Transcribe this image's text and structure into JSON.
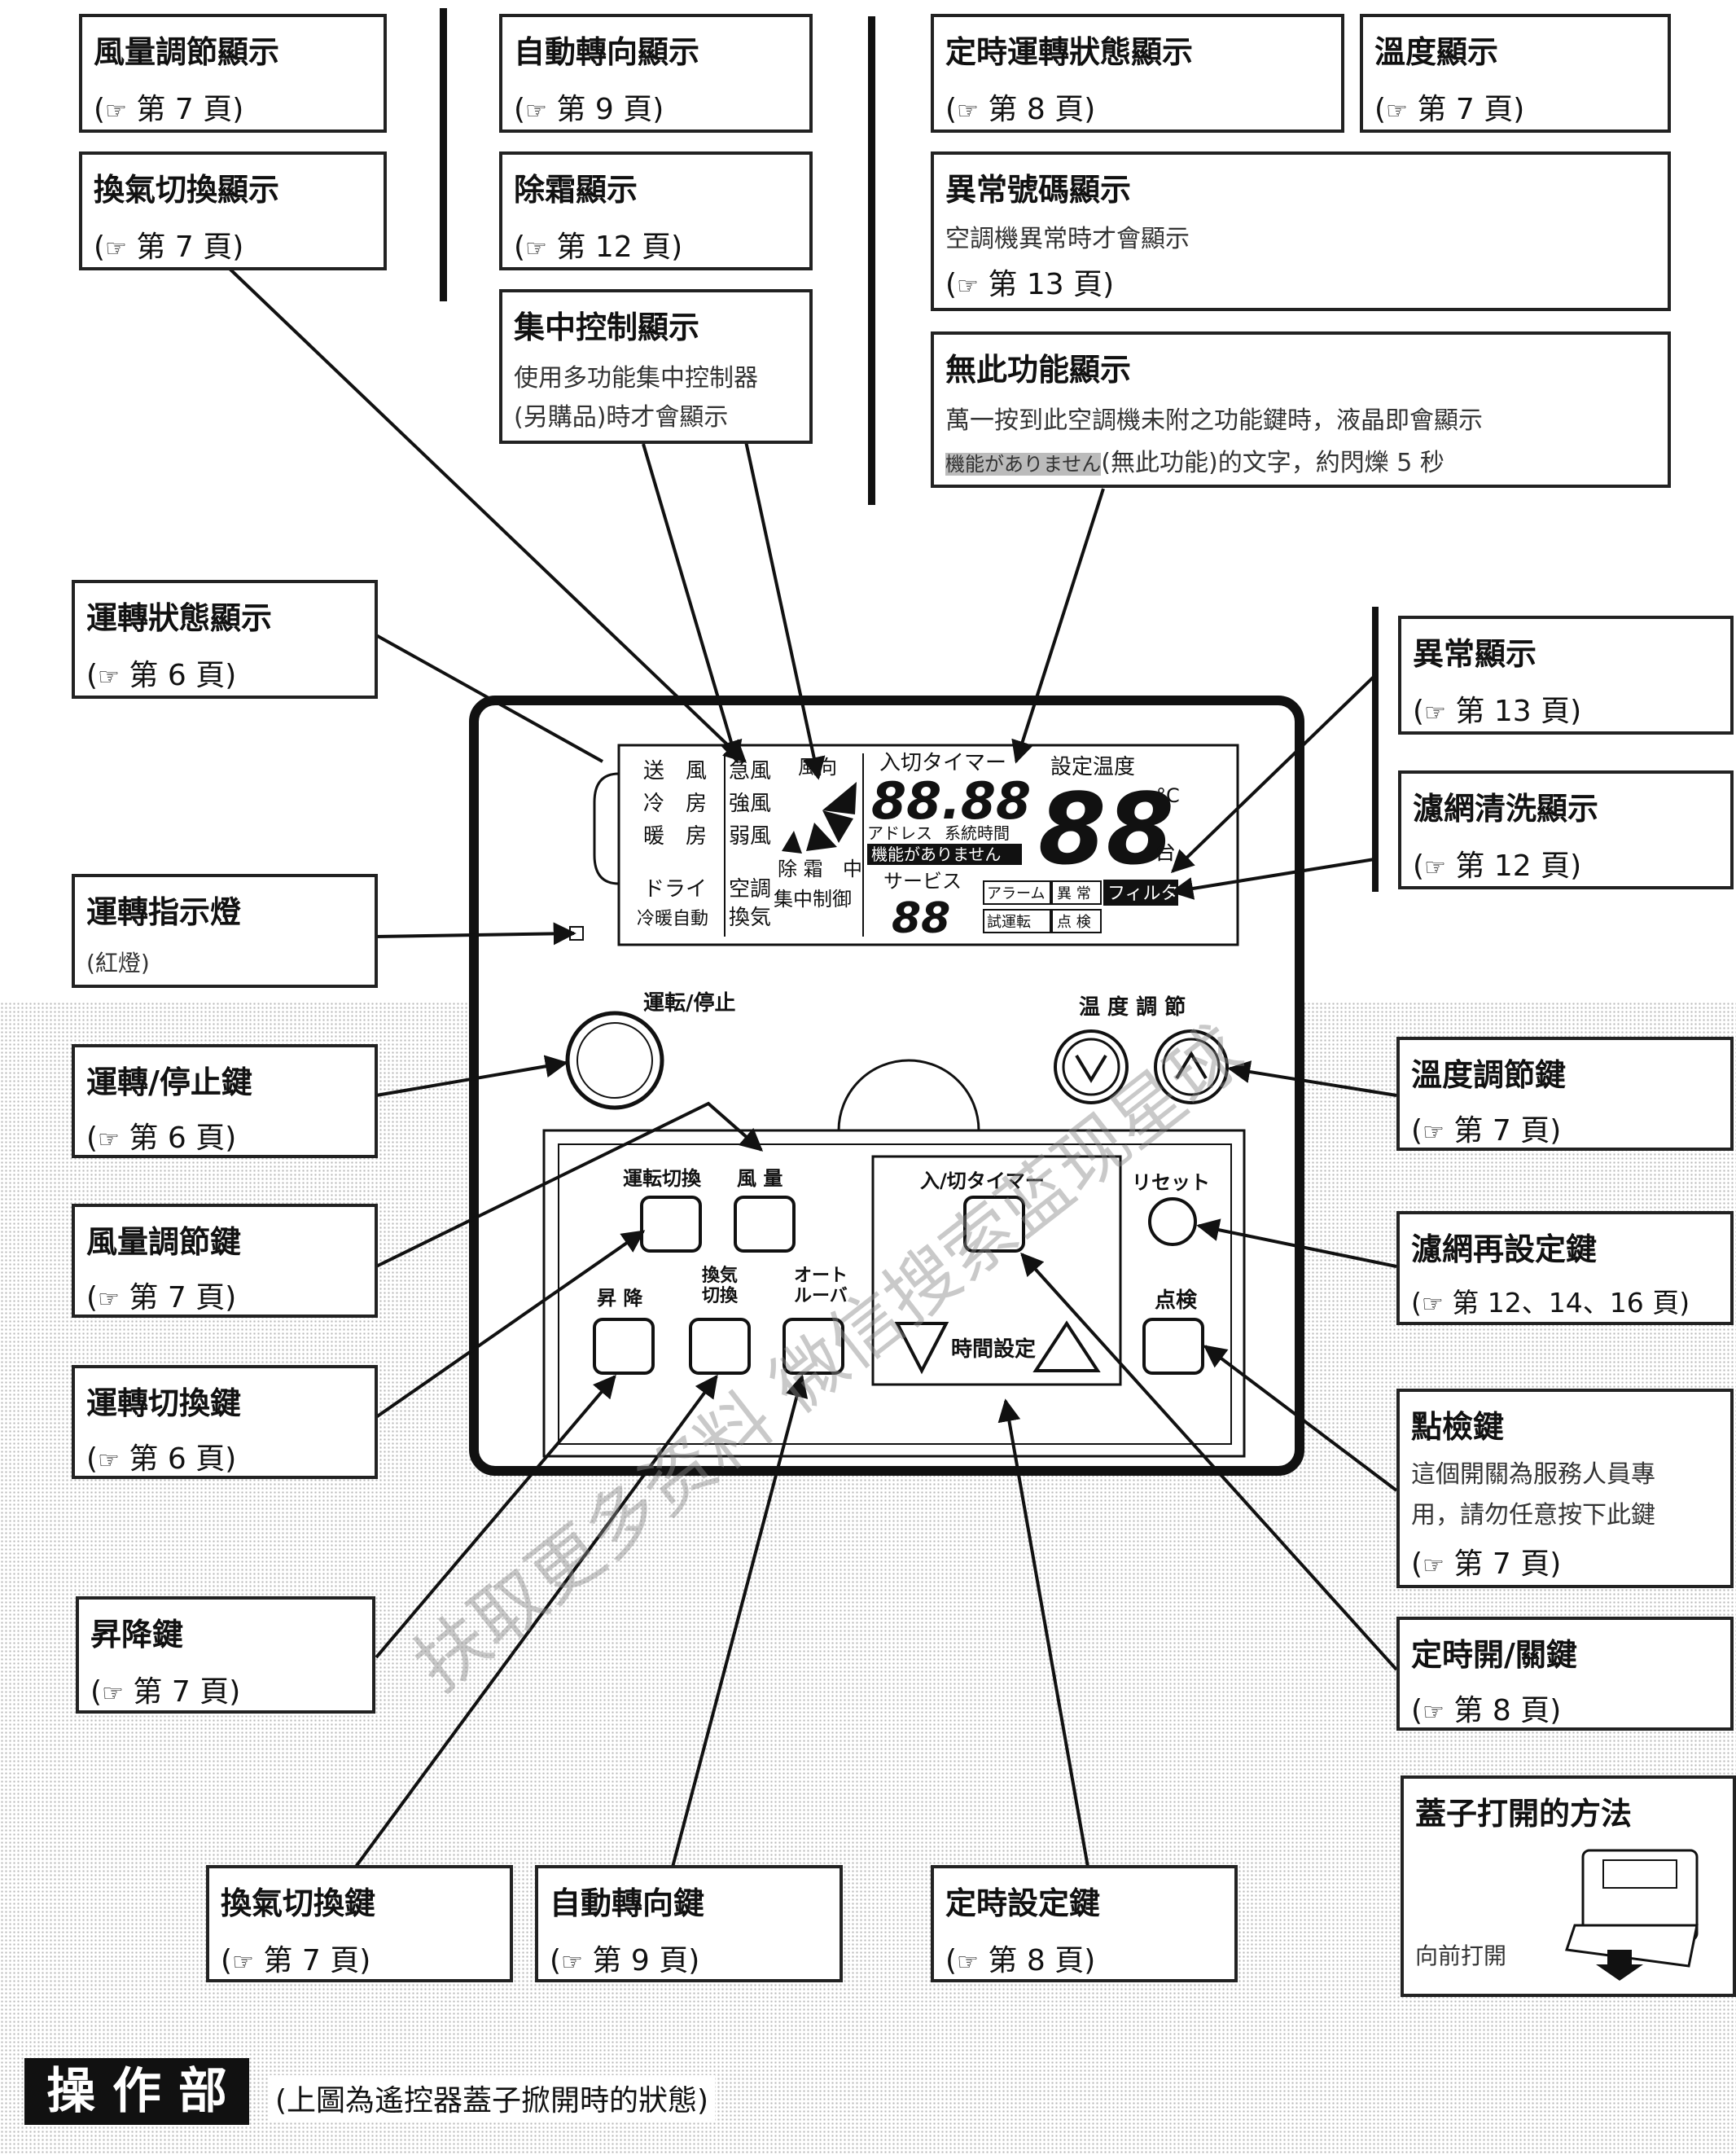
{
  "callouts": {
    "fan_speed_display": {
      "title": "風量調節顯示",
      "ref": "第 7 頁"
    },
    "auto_swing_display": {
      "title": "自動轉向顯示",
      "ref": "第 9 頁"
    },
    "timer_status_display": {
      "title": "定時運轉狀態顯示",
      "ref": "第 8 頁"
    },
    "temp_display": {
      "title": "溫度顯示",
      "ref": "第 7 頁"
    },
    "ventilation_display": {
      "title": "換氣切換顯示",
      "ref": "第 7 頁"
    },
    "defrost_display": {
      "title": "除霜顯示",
      "ref": "第 12 頁"
    },
    "error_code_display": {
      "title": "異常號碼顯示",
      "note": "空調機異常時才會顯示",
      "ref": "第 13 頁"
    },
    "central_control_display": {
      "title": "集中控制顯示",
      "note1": "使用多功能集中控制器",
      "note2": "(另購品)時才會顯示"
    },
    "no_function_display": {
      "title": "無此功能顯示",
      "note1": "萬一按到此空調機未附之功能鍵時，液晶即會顯示",
      "note2_jp": "機能がありません",
      "note2": "(無此功能)的文字，約閃爍 5 秒"
    },
    "operation_status_display": {
      "title": "運轉狀態顯示",
      "ref": "第 6 頁"
    },
    "abnormal_display": {
      "title": "異常顯示",
      "ref": "第 13 頁"
    },
    "filter_clean_display": {
      "title": "濾網清洗顯示",
      "ref": "第 12 頁"
    },
    "run_indicator": {
      "title": "運轉指示燈",
      "note": "(紅燈)"
    },
    "run_stop_key": {
      "title": "運轉/停止鍵",
      "ref": "第 6 頁"
    },
    "temp_adjust_key": {
      "title": "溫度調節鍵",
      "ref": "第 7 頁"
    },
    "fan_speed_key": {
      "title": "風量調節鍵",
      "ref": "第 7 頁"
    },
    "filter_reset_key": {
      "title": "濾網再設定鍵",
      "ref": "第 12、14、16 頁"
    },
    "mode_key": {
      "title": "運轉切換鍵",
      "ref": "第 6 頁"
    },
    "check_key": {
      "title": "點檢鍵",
      "note1": "這個開關為服務人員專",
      "note2": "用，請勿任意按下此鍵",
      "ref": "第 7 頁"
    },
    "lift_key": {
      "title": "昇降鍵",
      "ref": "第 7 頁"
    },
    "timer_onoff_key": {
      "title": "定時開/關鍵",
      "ref": "第 8 頁"
    },
    "ventilation_key": {
      "title": "換氣切換鍵",
      "ref": "第 7 頁"
    },
    "auto_swing_key": {
      "title": "自動轉向鍵",
      "ref": "第 9 頁"
    },
    "timer_set_key": {
      "title": "定時設定鍵",
      "ref": "第 8 頁"
    },
    "cover_open": {
      "title": "蓋子打開的方法",
      "note": "向前打開"
    }
  },
  "lcd": {
    "mode_col1": [
      "送　風",
      "冷　房",
      "暖　房",
      "ドライ",
      "冷暖自動"
    ],
    "fan_col": [
      "急風",
      "強風",
      "弱風",
      "空調",
      "換気"
    ],
    "wind_dir": "風向",
    "defrost": "除 霜",
    "central": "中",
    "central_control": "集中制御",
    "timer_label": "入切タイマー",
    "timer_digits": "88.88",
    "address": "アドレス",
    "system_time": "系統時間",
    "no_function": "機能がありません",
    "service": "サービス",
    "service_digits": "88",
    "set_temp": "設定温度",
    "temp_digits": "88",
    "deg": "°C",
    "unit": "台",
    "alarm": "アラーム",
    "abnormal": "異 常",
    "filter": "フィルタ",
    "test_run": "試運転",
    "check": "点 検"
  },
  "remote": {
    "run_stop": "運転/停止",
    "temp_adjust": "温 度 調 節",
    "mode_switch": "運転切換",
    "fan": "風 量",
    "timer_onoff": "入/切タイマー",
    "reset": "リセット",
    "lift": "昇 降",
    "vent1": "換気",
    "vent2": "切換",
    "auto1": "オート",
    "auto2": "ルーバ",
    "time_set": "時間設定",
    "check": "点検"
  },
  "footer": {
    "title": "操 作 部",
    "caption": "(上圖為遙控器蓋子掀開時的狀態)"
  },
  "watermark": "扶取更多资料 微信搜索蓝现星球"
}
